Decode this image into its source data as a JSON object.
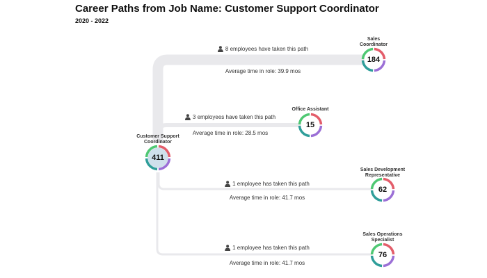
{
  "header": {
    "title": "Career Paths from Job Name: Customer Support Coordinator",
    "date_range": "2020 - 2022"
  },
  "source_node": {
    "name": "Customer Support Coordinator",
    "value": "411"
  },
  "ring_colors": [
    "#e35d6a",
    "#9b6fd6",
    "#2f9e9a",
    "#4fc873"
  ],
  "path_color": "#e9e9ec",
  "person_icon": "person-icon",
  "destinations": [
    {
      "name": "Sales Coordinator",
      "value": "184",
      "count_label": "8 employees have taken this path",
      "time_label": "Average time in role: 39.9 mos"
    },
    {
      "name": "Office Assistant",
      "value": "15",
      "count_label": "3 employees have taken this path",
      "time_label": "Average time in role: 28.5 mos"
    },
    {
      "name": "Sales Development Representative",
      "value": "62",
      "count_label": "1 employee has taken this path",
      "time_label": "Average time in role: 41.7 mos"
    },
    {
      "name": "Sales Operations Specialist",
      "value": "76",
      "count_label": "1 employee has taken this path",
      "time_label": "Average time in role: 41.7 mos"
    }
  ]
}
